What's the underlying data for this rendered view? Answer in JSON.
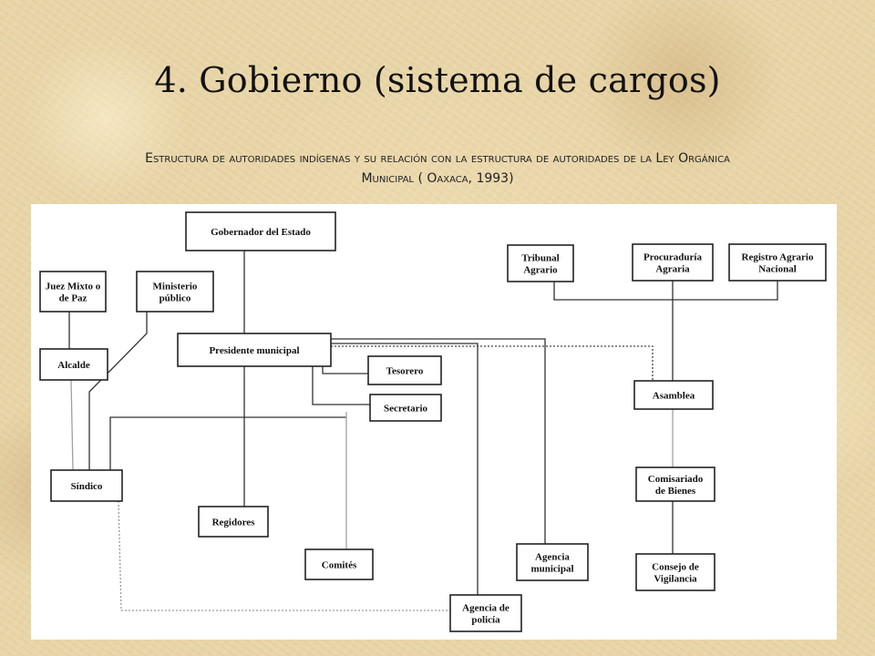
{
  "slide": {
    "title": "4. Gobierno (sistema de cargos)",
    "subtitle_line1": "Estructura de autoridades indígenas y su relación con la estructura de autoridades de la Ley Orgánica",
    "subtitle_line2": "Municipal ( Oaxaca, 1993)"
  },
  "diagram": {
    "nodes": [
      {
        "id": "gobernador",
        "lines": [
          "Gobernador del Estado"
        ]
      },
      {
        "id": "juez",
        "lines": [
          "Juez Mixto o",
          "de Paz"
        ]
      },
      {
        "id": "ministerio",
        "lines": [
          "Ministerio",
          "público"
        ]
      },
      {
        "id": "presidente",
        "lines": [
          "Presidente municipal"
        ]
      },
      {
        "id": "alcalde",
        "lines": [
          "Alcalde"
        ]
      },
      {
        "id": "tesorero",
        "lines": [
          "Tesorero"
        ]
      },
      {
        "id": "secretario",
        "lines": [
          "Secretario"
        ]
      },
      {
        "id": "sindico",
        "lines": [
          "Síndico"
        ]
      },
      {
        "id": "regidores",
        "lines": [
          "Regidores"
        ]
      },
      {
        "id": "comites",
        "lines": [
          "Comités"
        ]
      },
      {
        "id": "agencia-municipal",
        "lines": [
          "Agencia",
          "municipal"
        ]
      },
      {
        "id": "agencia-policia",
        "lines": [
          "Agencia de",
          "policía"
        ]
      },
      {
        "id": "tribunal",
        "lines": [
          "Tribunal",
          "Agrario"
        ]
      },
      {
        "id": "procuraduria",
        "lines": [
          "Procuraduría",
          "Agraria"
        ]
      },
      {
        "id": "registro",
        "lines": [
          "Registro Agrario",
          "Nacional"
        ]
      },
      {
        "id": "asamblea",
        "lines": [
          "Asamblea"
        ]
      },
      {
        "id": "comisariado",
        "lines": [
          "Comisariado",
          "de Bienes"
        ]
      },
      {
        "id": "consejo",
        "lines": [
          "Consejo de",
          "Vigilancia"
        ]
      }
    ]
  }
}
